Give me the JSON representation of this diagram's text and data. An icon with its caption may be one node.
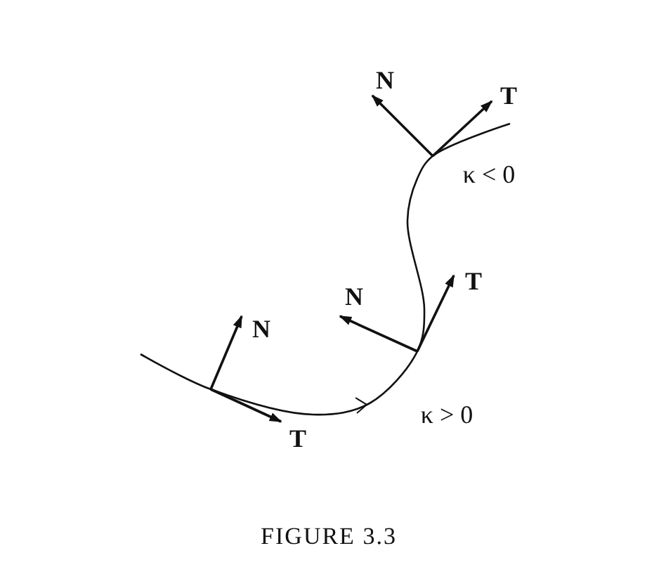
{
  "diagram": {
    "caption": "FIGURE 3.3",
    "labels": [
      "N",
      "T",
      "κ < 0",
      "N",
      "T",
      "N",
      "κ > 0",
      "T"
    ]
  }
}
